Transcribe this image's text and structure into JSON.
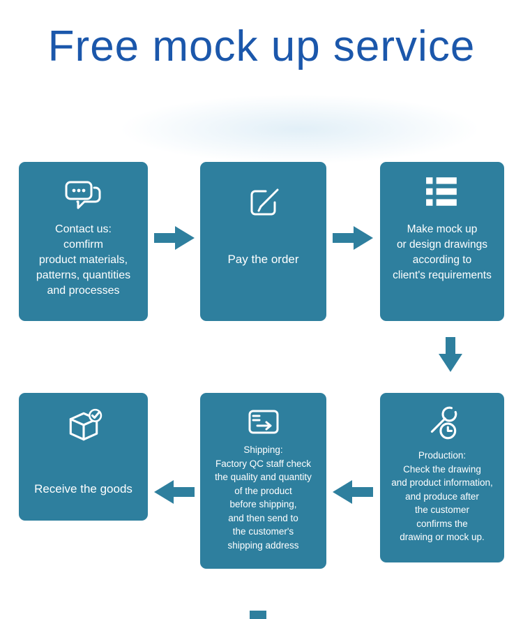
{
  "title": "Free mock up service",
  "colors": {
    "box": "#2e7f9e",
    "arrow": "#2e7f9e",
    "title_text": "#1b57ab",
    "icon": "#ffffff"
  },
  "steps": [
    {
      "name": "contact",
      "icon": "chat-icon",
      "text": "Contact us:\ncomfirm\nproduct materials,\npatterns, quantities\nand processes"
    },
    {
      "name": "pay",
      "icon": "edit-icon",
      "text": "Pay the order"
    },
    {
      "name": "mockup",
      "icon": "list-icon",
      "text": "Make mock up\nor design drawings\naccording to\nclient's requirements"
    },
    {
      "name": "receive",
      "icon": "package-check-icon",
      "text": "Receive the goods"
    },
    {
      "name": "shipping",
      "icon": "shipping-box-icon",
      "text": "Shipping:\nFactory QC staff check\nthe quality and quantity\nof the product\nbefore shipping,\nand then send to\nthe customer's\nshipping address"
    },
    {
      "name": "production",
      "icon": "wrench-clock-icon",
      "text": "Production:\nCheck the drawing\nand product information,\nand produce after\nthe customer\nconfirms the\ndrawing or mock up."
    }
  ]
}
